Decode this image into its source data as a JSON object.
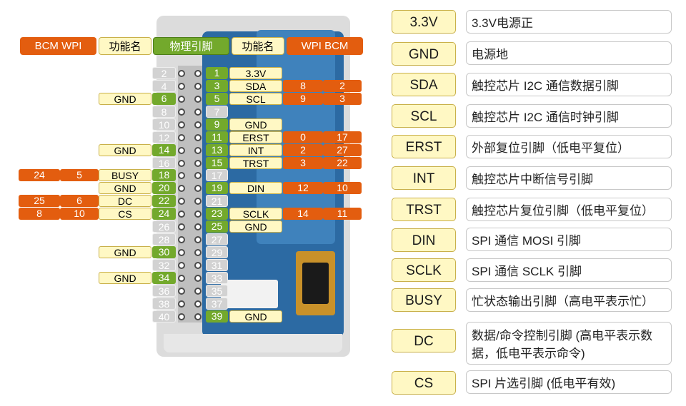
{
  "headers": {
    "bcm_wpi_left": "BCM  WPI",
    "func_left": "功能名",
    "physical": "物理引脚",
    "func_right": "功能名",
    "wpi_bcm_right": "WPI  BCM"
  },
  "rows": [
    {
      "lp": "2",
      "rp": "1",
      "rf": "3.3V",
      "rw": "",
      "rb": "",
      "lf": "",
      "lw": "",
      "lb": "",
      "lcol": "gray",
      "rcol": "green"
    },
    {
      "lp": "4",
      "rp": "3",
      "rf": "SDA",
      "rw": "8",
      "rb": "2",
      "lf": "",
      "lw": "",
      "lb": "",
      "lcol": "gray",
      "rcol": "green"
    },
    {
      "lp": "6",
      "rp": "5",
      "rf": "SCL",
      "rw": "9",
      "rb": "3",
      "lf": "GND",
      "lw": "",
      "lb": "",
      "lcol": "green",
      "rcol": "green"
    },
    {
      "lp": "8",
      "rp": "7",
      "rf": "",
      "rw": "",
      "rb": "",
      "lf": "",
      "lw": "",
      "lb": "",
      "lcol": "gray",
      "rcol": "gray"
    },
    {
      "lp": "10",
      "rp": "9",
      "rf": "GND",
      "rw": "",
      "rb": "",
      "lf": "",
      "lw": "",
      "lb": "",
      "lcol": "gray",
      "rcol": "green"
    },
    {
      "lp": "12",
      "rp": "11",
      "rf": "ERST",
      "rw": "0",
      "rb": "17",
      "lf": "",
      "lw": "",
      "lb": "",
      "lcol": "gray",
      "rcol": "green"
    },
    {
      "lp": "14",
      "rp": "13",
      "rf": "INT",
      "rw": "2",
      "rb": "27",
      "lf": "GND",
      "lw": "",
      "lb": "",
      "lcol": "green",
      "rcol": "green"
    },
    {
      "lp": "16",
      "rp": "15",
      "rf": "TRST",
      "rw": "3",
      "rb": "22",
      "lf": "",
      "lw": "",
      "lb": "",
      "lcol": "gray",
      "rcol": "green"
    },
    {
      "lp": "18",
      "rp": "17",
      "rf": "",
      "rw": "",
      "rb": "",
      "lf": "BUSY",
      "lw": "5",
      "lb": "24",
      "lcol": "green",
      "rcol": "gray"
    },
    {
      "lp": "20",
      "rp": "19",
      "rf": "DIN",
      "rw": "12",
      "rb": "10",
      "lf": "GND",
      "lw": "",
      "lb": "",
      "lcol": "green",
      "rcol": "green"
    },
    {
      "lp": "22",
      "rp": "21",
      "rf": "",
      "rw": "",
      "rb": "",
      "lf": "DC",
      "lw": "6",
      "lb": "25",
      "lcol": "green",
      "rcol": "gray"
    },
    {
      "lp": "24",
      "rp": "23",
      "rf": "SCLK",
      "rw": "14",
      "rb": "11",
      "lf": "CS",
      "lw": "10",
      "lb": "8",
      "lcol": "green",
      "rcol": "green"
    },
    {
      "lp": "26",
      "rp": "25",
      "rf": "GND",
      "rw": "",
      "rb": "",
      "lf": "",
      "lw": "",
      "lb": "",
      "lcol": "gray",
      "rcol": "green"
    },
    {
      "lp": "28",
      "rp": "27",
      "rf": "",
      "rw": "",
      "rb": "",
      "lf": "",
      "lw": "",
      "lb": "",
      "lcol": "gray",
      "rcol": "gray"
    },
    {
      "lp": "30",
      "rp": "29",
      "rf": "",
      "rw": "",
      "rb": "",
      "lf": "GND",
      "lw": "",
      "lb": "",
      "lcol": "green",
      "rcol": "gray"
    },
    {
      "lp": "32",
      "rp": "31",
      "rf": "",
      "rw": "",
      "rb": "",
      "lf": "",
      "lw": "",
      "lb": "",
      "lcol": "gray",
      "rcol": "gray"
    },
    {
      "lp": "34",
      "rp": "33",
      "rf": "",
      "rw": "",
      "rb": "",
      "lf": "GND",
      "lw": "",
      "lb": "",
      "lcol": "green",
      "rcol": "gray"
    },
    {
      "lp": "36",
      "rp": "35",
      "rf": "",
      "rw": "",
      "rb": "",
      "lf": "",
      "lw": "",
      "lb": "",
      "lcol": "gray",
      "rcol": "gray"
    },
    {
      "lp": "38",
      "rp": "37",
      "rf": "",
      "rw": "",
      "rb": "",
      "lf": "",
      "lw": "",
      "lb": "",
      "lcol": "gray",
      "rcol": "gray"
    },
    {
      "lp": "40",
      "rp": "39",
      "rf": "GND",
      "rw": "",
      "rb": "",
      "lf": "",
      "lw": "",
      "lb": "",
      "lcol": "gray",
      "rcol": "green"
    }
  ],
  "legend": [
    {
      "key": "3.3V",
      "desc": "3.3V电源正"
    },
    {
      "key": "GND",
      "desc": "电源地"
    },
    {
      "key": "SDA",
      "desc": "触控芯片 I2C 通信数据引脚"
    },
    {
      "key": "SCL",
      "desc": "触控芯片 I2C 通信时钟引脚"
    },
    {
      "key": "ERST",
      "desc": "外部复位引脚（低电平复位）"
    },
    {
      "key": "INT",
      "desc": "触控芯片中断信号引脚"
    },
    {
      "key": "TRST",
      "desc": "触控芯片复位引脚（低电平复位）"
    },
    {
      "key": "DIN",
      "desc": "SPI 通信 MOSI 引脚"
    },
    {
      "key": "SCLK",
      "desc": "SPI 通信 SCLK 引脚"
    },
    {
      "key": "BUSY",
      "desc": "忙状态输出引脚（高电平表示忙）"
    },
    {
      "key": "DC",
      "desc": "数据/命令控制引脚 (高电平表示数据，低电平表示命令)"
    },
    {
      "key": "CS",
      "desc": "SPI 片选引脚 (低电平有效)"
    }
  ],
  "colors": {
    "orange": "#e35d0f",
    "yellow": "#fff8c4",
    "green": "#73a92c",
    "gray": "#d2d2d2"
  }
}
